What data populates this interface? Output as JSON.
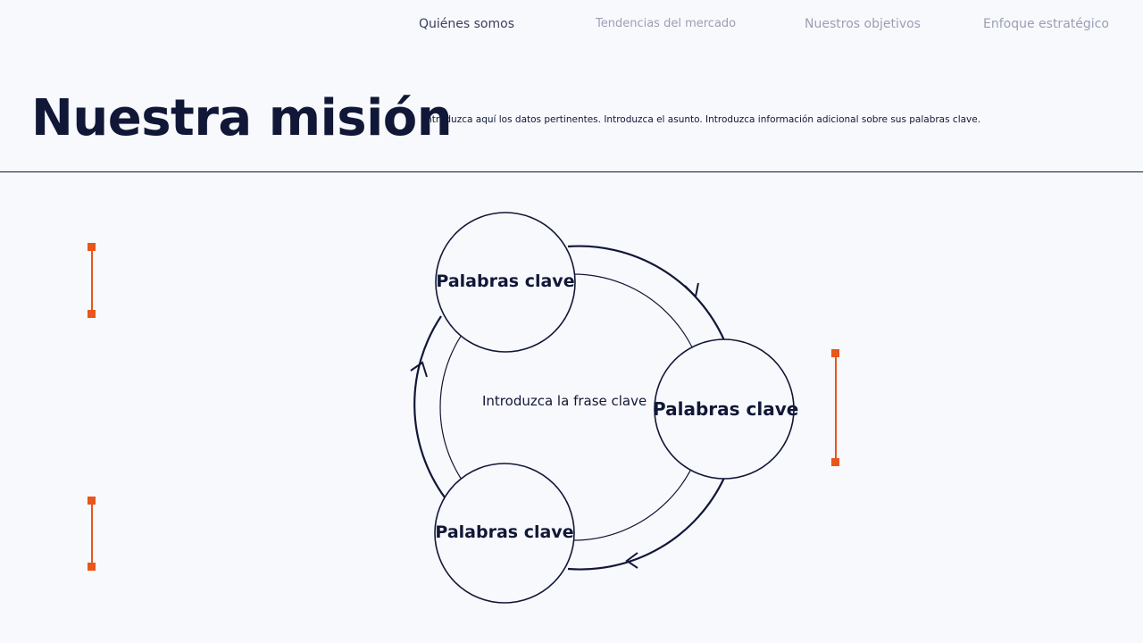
{
  "nav": {
    "items": [
      {
        "label": "Quiénes somos"
      },
      {
        "label": "Tendencias del mercado"
      },
      {
        "label": "Nuestros objetivos"
      },
      {
        "label": "Enfoque estratégico"
      }
    ]
  },
  "header": {
    "title": "Nuestra misión",
    "intro": "Introduzca aquí los datos pertinentes. Introduzca el asunto. Introduzca información adicional sobre sus palabras clave."
  },
  "diagram": {
    "center_label": "Introduzca la frase clave",
    "nodes": [
      {
        "label": "Palabras clave"
      },
      {
        "label": "Palabras clave"
      },
      {
        "label": "Palabras clave"
      }
    ]
  },
  "colors": {
    "accent": "#e8561c",
    "navy": "#111737",
    "background": "#f8f9fc"
  }
}
